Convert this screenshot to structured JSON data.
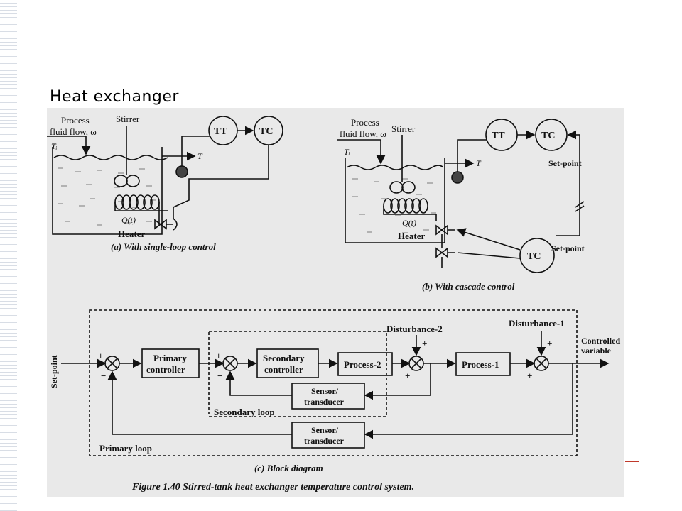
{
  "slide": {
    "title": "Heat exchanger"
  },
  "figure": {
    "caption": "Figure 1.40  Stirred-tank heat exchanger temperature control system.",
    "panel_a": {
      "process_fluid": [
        "Process",
        "fluid flow, ω"
      ],
      "stirrer": "Stirrer",
      "ti": "Tᵢ",
      "t": "T",
      "tt": "TT",
      "tc": "TC",
      "q": "Q(t)",
      "heater": "Heater",
      "label": "(a) With single-loop control"
    },
    "panel_b": {
      "process_fluid": [
        "Process",
        "fluid flow, ω"
      ],
      "stirrer": "Stirrer",
      "ti": "Tᵢ",
      "t": "T",
      "tt": "TT",
      "tc": "TC",
      "tc2": "TC",
      "setpoint1": "Set-point",
      "setpoint2": "Set-point",
      "q": "Q(t)",
      "heater": "Heater",
      "label": "(b) With cascade control"
    },
    "panel_c": {
      "setpoint": "Set-point",
      "primary_controller": [
        "Primary",
        "controller"
      ],
      "secondary_controller": [
        "Secondary",
        "controller"
      ],
      "process2": "Process-2",
      "process1": "Process-1",
      "disturbance2": "Disturbance-2",
      "disturbance1": "Disturbance-1",
      "controlled_variable": [
        "Controlled",
        "variable"
      ],
      "sensor_inner": [
        "Sensor/",
        "transducer"
      ],
      "sensor_outer": [
        "Sensor/",
        "transducer"
      ],
      "secondary_loop": "Secondary loop",
      "primary_loop": "Primary loop",
      "label": "(c) Block diagram"
    }
  }
}
